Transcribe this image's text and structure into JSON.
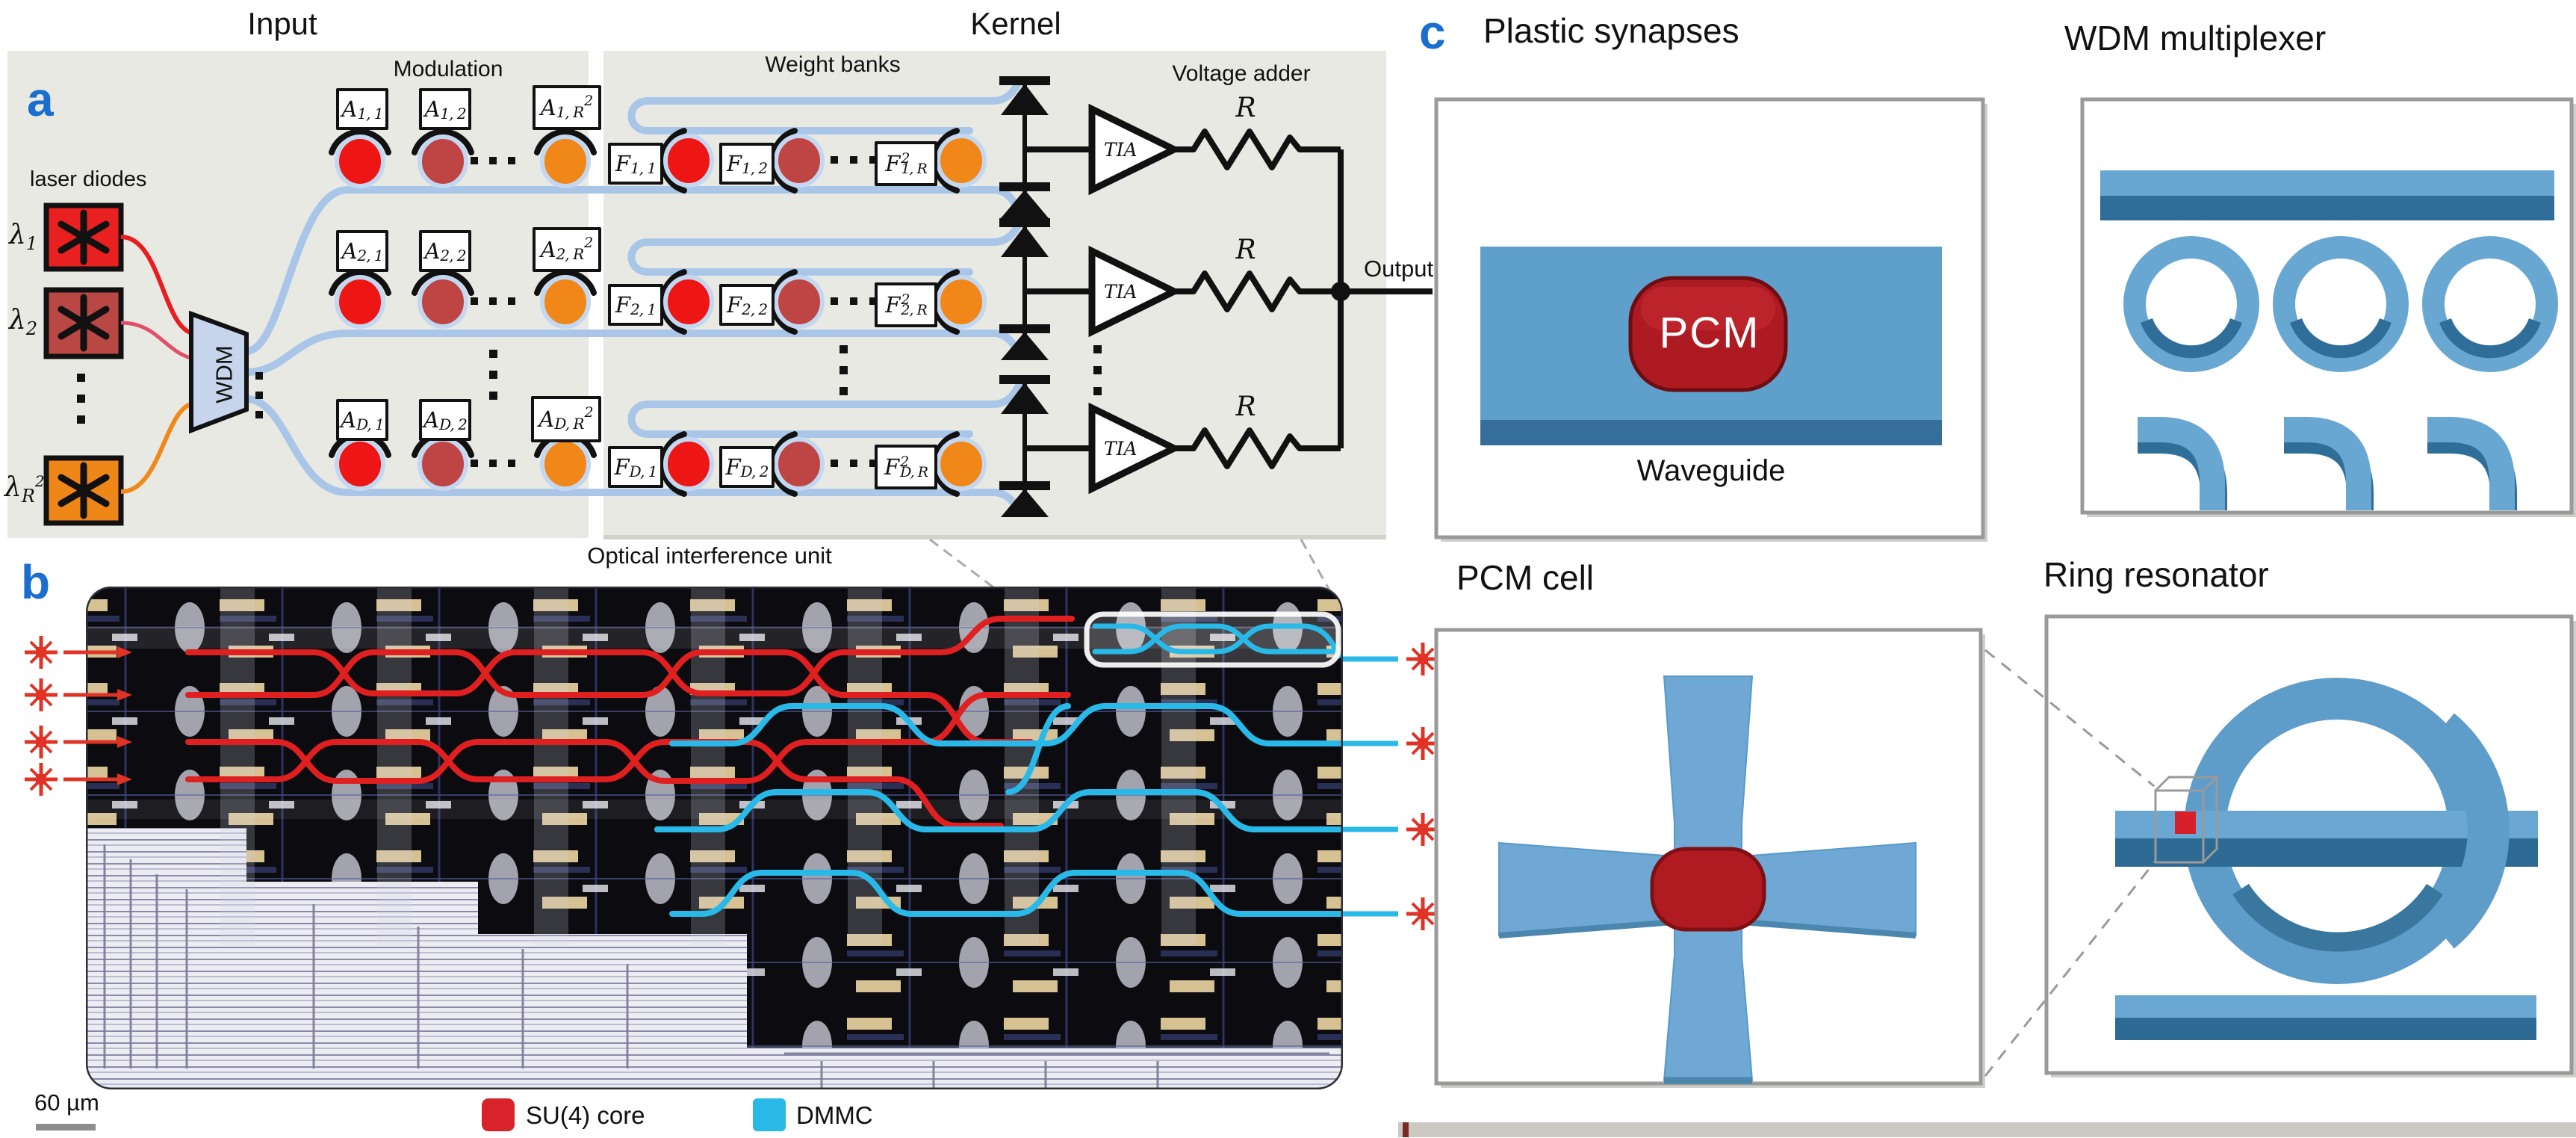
{
  "panel_a": {
    "tag": "a",
    "input_title": "Input",
    "kernel_title": "Kernel",
    "modulation_label": "Modulation",
    "laser_diodes_label": "laser diodes",
    "wdm_label": "WDM",
    "weight_banks_label": "Weight banks",
    "voltage_adder_label": "Voltage adder",
    "oiu_label": "Optical interference unit",
    "output_label": "Output",
    "tia_label": "TIA",
    "r_label": "R",
    "lambda_labels": [
      {
        "base": "λ",
        "sub": "1",
        "sup": ""
      },
      {
        "base": "λ",
        "sub": "2",
        "sup": ""
      },
      {
        "base": "λ",
        "sub": "R",
        "sup": "2"
      }
    ],
    "mod_labels": [
      [
        {
          "base": "A",
          "sub": "1, 1",
          "sup": ""
        },
        {
          "base": "A",
          "sub": "1, 2",
          "sup": ""
        },
        {
          "base": "A",
          "sub": "1, R",
          "sup": "2"
        }
      ],
      [
        {
          "base": "A",
          "sub": "2, 1",
          "sup": ""
        },
        {
          "base": "A",
          "sub": "2, 2",
          "sup": ""
        },
        {
          "base": "A",
          "sub": "2, R",
          "sup": "2"
        }
      ],
      [
        {
          "base": "A",
          "sub": "D, 1",
          "sup": ""
        },
        {
          "base": "A",
          "sub": "D, 2",
          "sup": ""
        },
        {
          "base": "A",
          "sub": "D, R",
          "sup": "2"
        }
      ]
    ],
    "weight_labels": [
      [
        {
          "base": "F",
          "sub": "1, 1",
          "sup": ""
        },
        {
          "base": "F",
          "sub": "1, 2",
          "sup": ""
        },
        {
          "base": "F",
          "sub": "1, R",
          "sup": "2"
        }
      ],
      [
        {
          "base": "F",
          "sub": "2, 1",
          "sup": ""
        },
        {
          "base": "F",
          "sub": "2, 2",
          "sup": ""
        },
        {
          "base": "F",
          "sub": "2, R",
          "sup": "2"
        }
      ],
      [
        {
          "base": "F",
          "sub": "D, 1",
          "sup": ""
        },
        {
          "base": "F",
          "sub": "D, 2",
          "sup": ""
        },
        {
          "base": "F",
          "sub": "D, R",
          "sup": "2"
        }
      ]
    ]
  },
  "panel_b": {
    "tag": "b",
    "scale_bar_label": "60 µm",
    "legend": [
      {
        "label": "SU(4) core",
        "color": "#d8232a"
      },
      {
        "label": "DMMC",
        "color": "#29b9e8"
      }
    ]
  },
  "panel_c": {
    "tag": "c",
    "plastic_synapses_title": "Plastic synapses",
    "wdm_multiplexer_title": "WDM multiplexer",
    "pcm_cell_title": "PCM cell",
    "ring_resonator_title": "Ring resonator",
    "pcm_label": "PCM",
    "waveguide_label": "Waveguide"
  },
  "colors": {
    "panel_tag_blue": "#1a6fce",
    "waveguide_blue": "#a9c6e8",
    "mrr_red": "#ee1515",
    "mrr_crimson": "#bf4545",
    "mrr_orange": "#f08718",
    "chip_red_overlay": "#e02020",
    "chip_cyan_overlay": "#29b9e8",
    "device_blue": "#5f9fcb",
    "device_blue_dark": "#356f99",
    "pcm_red": "#b01b22"
  }
}
